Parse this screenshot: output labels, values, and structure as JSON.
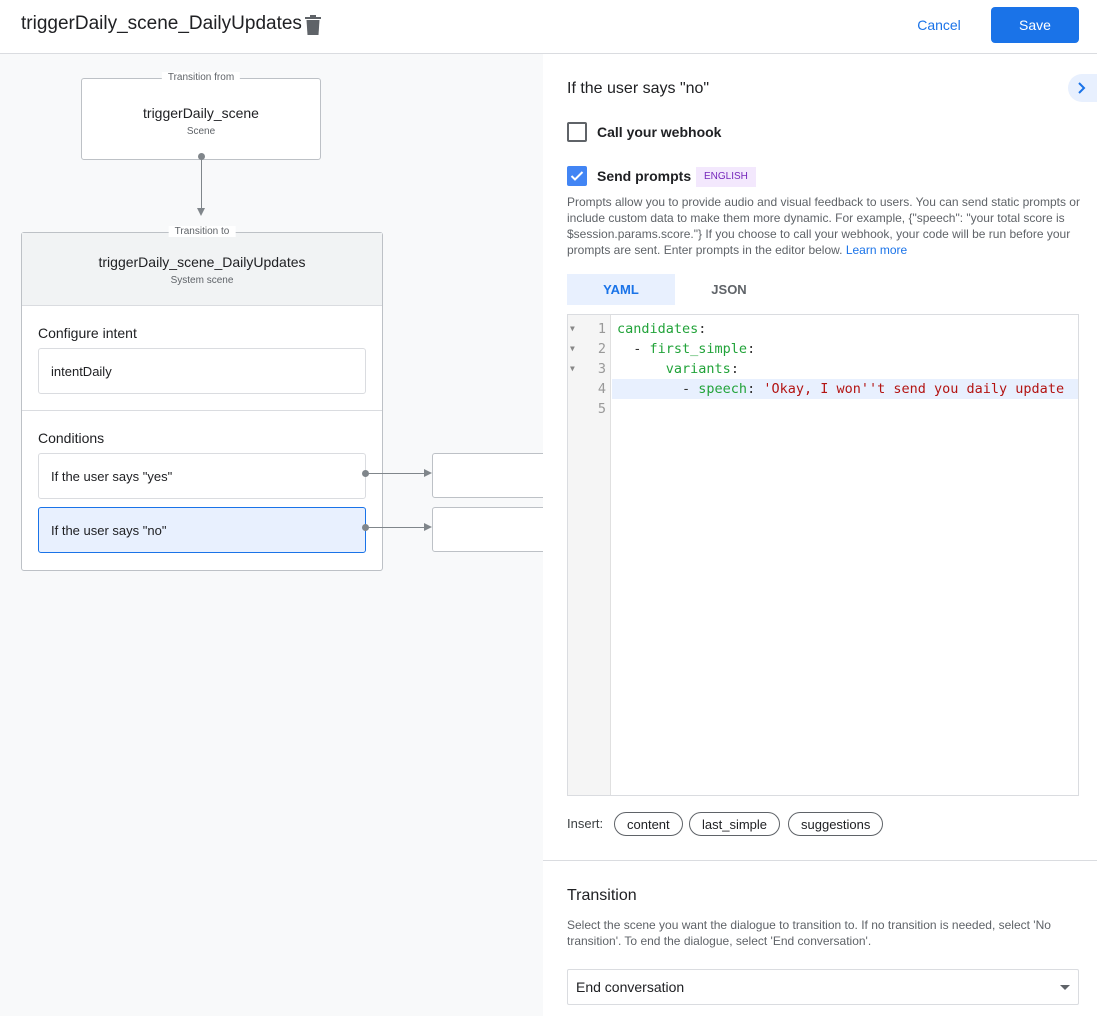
{
  "header": {
    "title": "triggerDaily_scene_DailyUpdates",
    "cancel_label": "Cancel",
    "save_label": "Save"
  },
  "canvas": {
    "from": {
      "legend": "Transition from",
      "name": "triggerDaily_scene",
      "type": "Scene"
    },
    "to": {
      "legend": "Transition to",
      "name": "triggerDaily_scene_DailyUpdates",
      "type": "System scene"
    },
    "configure_intent_label": "Configure intent",
    "intent": "intentDaily",
    "conditions_label": "Conditions",
    "conditions": [
      "If the user says \"yes\"",
      "If the user says \"no\""
    ]
  },
  "panel": {
    "title": "If the user says \"no\"",
    "webhook_label": "Call your webhook",
    "webhook_checked": false,
    "prompts_label": "Send prompts",
    "prompts_checked": true,
    "language_badge": "ENGLISH",
    "description": "Prompts allow you to provide audio and visual feedback to users. You can send static prompts or include custom data to make them more dynamic. For example, {\"speech\": \"your total score is $session.params.score.\"} If you choose to call your webhook, your code will be run before your prompts are sent. Enter prompts in the editor below.",
    "learn_more": "Learn more",
    "tabs": [
      "YAML",
      "JSON"
    ],
    "active_tab": "YAML",
    "code_lines": [
      {
        "num": "1",
        "indent": "",
        "dash": "",
        "key": "candidates",
        "colon": ":",
        "value": ""
      },
      {
        "num": "2",
        "indent": "  ",
        "dash": "- ",
        "key": "first_simple",
        "colon": ":",
        "value": ""
      },
      {
        "num": "3",
        "indent": "      ",
        "dash": "",
        "key": "variants",
        "colon": ":",
        "value": ""
      },
      {
        "num": "4",
        "indent": "        ",
        "dash": "- ",
        "key": "speech",
        "colon": ": ",
        "value": "'Okay, I won''t send you daily update"
      },
      {
        "num": "5",
        "indent": "",
        "dash": "",
        "key": "",
        "colon": "",
        "value": ""
      }
    ],
    "insert_label": "Insert:",
    "insert_chips": [
      "content",
      "last_simple",
      "suggestions"
    ],
    "transition_title": "Transition",
    "transition_desc": "Select the scene you want the dialogue to transition to. If no transition is needed, select 'No transition'. To end the dialogue, select 'End conversation'.",
    "transition_value": "End conversation"
  },
  "colors": {
    "accent": "#1a73e8",
    "selected": "#e8f0fe",
    "code_key": "#22a33a",
    "code_string": "#b31412",
    "badge_bg": "#f3e8fd",
    "badge_text": "#7627bb"
  }
}
